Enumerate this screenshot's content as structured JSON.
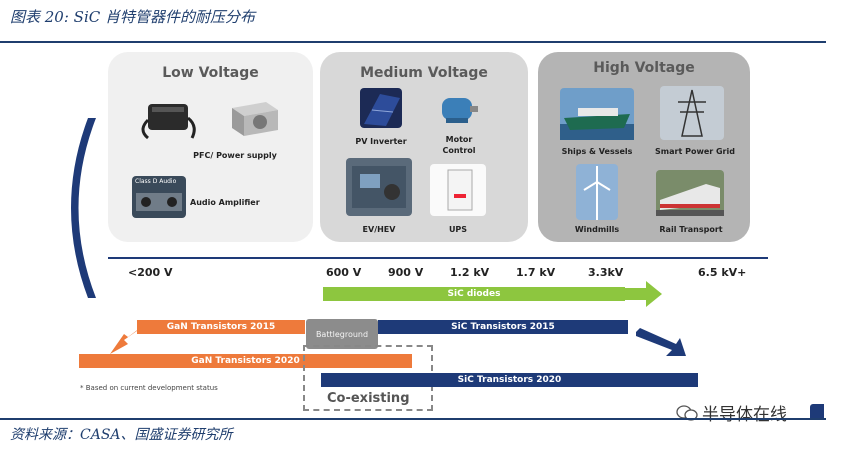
{
  "title": "图表 20:  SiC 肖特管器件的耐压分布",
  "source": "资料来源：CASA、国盛证券研究所",
  "watermark": "半导体在线",
  "panels": {
    "low": {
      "title": "Low Voltage",
      "items": [
        "PFC/ Power supply",
        "Audio Amplifier"
      ],
      "thumb_text": "Class D Audio"
    },
    "medium": {
      "title": "Medium Voltage",
      "items": [
        "PV Inverter",
        "Motor Control",
        "EV/HEV",
        "UPS"
      ]
    },
    "high": {
      "title": "High Voltage",
      "items": [
        "Ships & Vessels",
        "Smart Power Grid",
        "Windmills",
        "Rail Transport"
      ]
    }
  },
  "axis_ticks": [
    "<200 V",
    "600 V",
    "900 V",
    "1.2 kV",
    "1.7 kV",
    "3.3kV",
    "6.5 kV+"
  ],
  "bars": {
    "sic_diodes": "SiC diodes",
    "gan_2015": "GaN Transistors 2015",
    "battleground": "Battleground",
    "sic_2015": "SiC Transistors 2015",
    "gan_2020": "GaN Transistors 2020",
    "sic_2020": "SiC Transistors 2020",
    "coexisting": "Co-existing"
  },
  "footnote": "* Based on current development status",
  "colors": {
    "navy": "#1e3a78",
    "orange": "#ee7a3b",
    "green": "#8dc63f",
    "panel_light": "#f0f0f0",
    "panel_mid": "#d8d8d8",
    "panel_dark": "#b4b4b4"
  }
}
